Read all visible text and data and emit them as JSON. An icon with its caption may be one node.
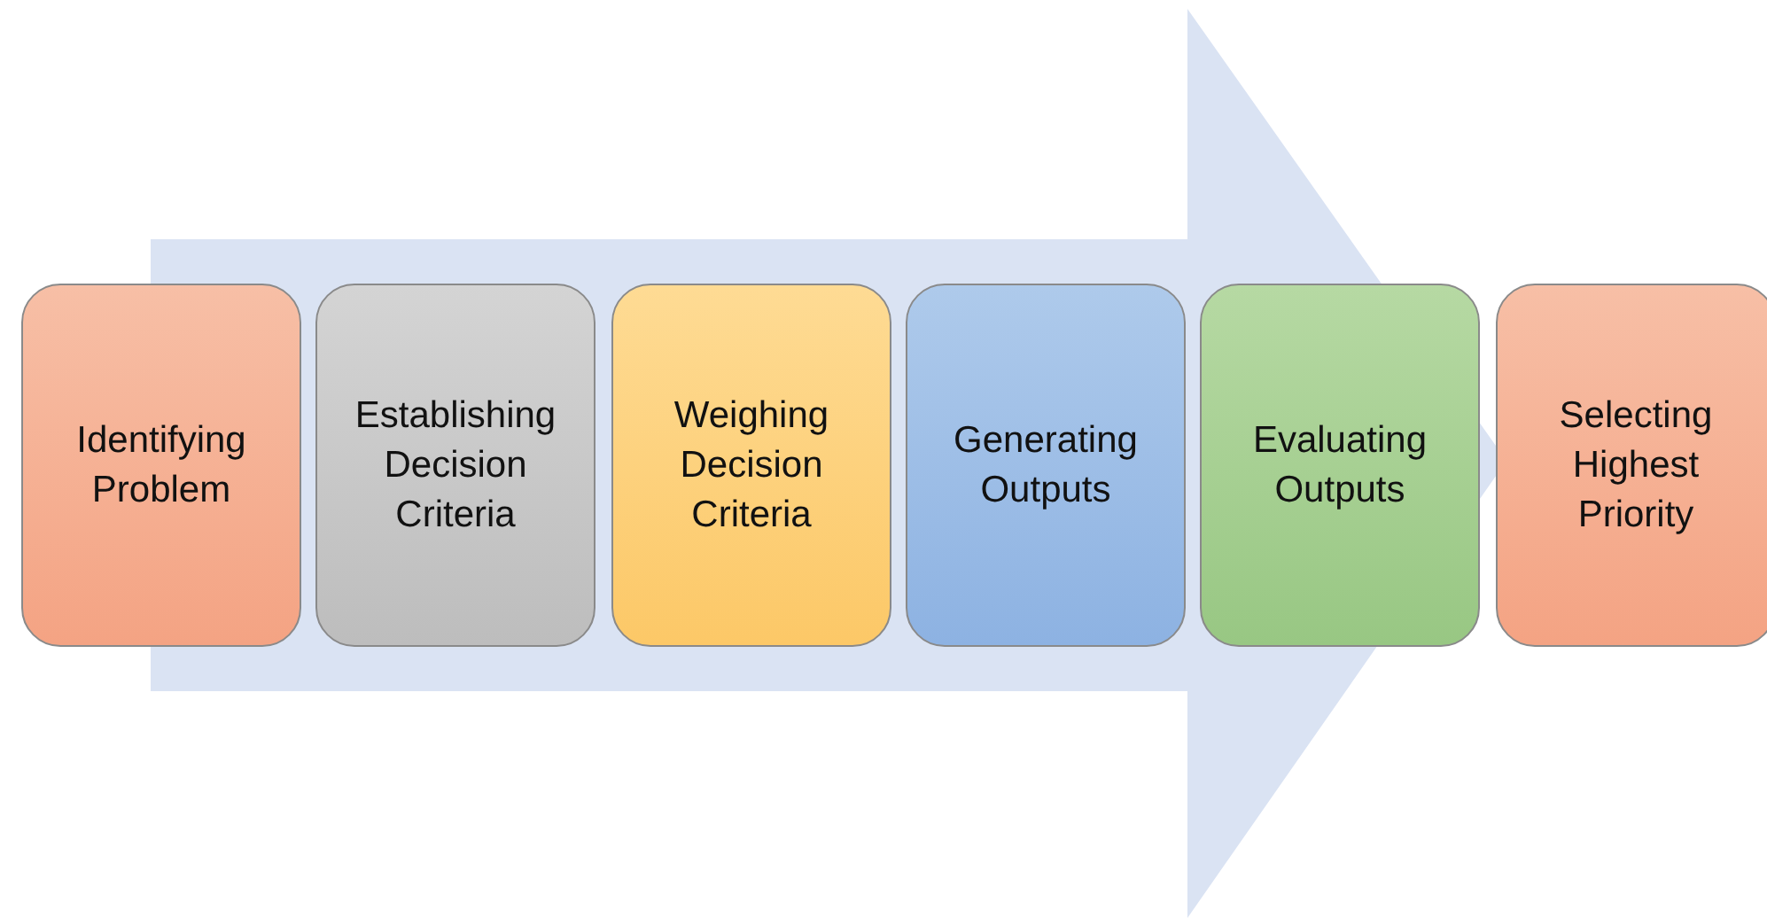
{
  "diagram": {
    "nodes": [
      {
        "text": [
          "Identifying Problem"
        ]
      },
      {
        "text": [
          "Establishing Decision Criteria"
        ]
      },
      {
        "text": [
          "Weighing Decision Criteria"
        ]
      },
      {
        "text": [
          "Generating Outputs"
        ]
      },
      {
        "text": [
          "Evaluating Outputs"
        ]
      },
      {
        "text": [
          "Selecting Highest Priority"
        ]
      }
    ],
    "edges": [
      {
        "from": 0,
        "to": 5,
        "arrow": "to"
      }
    ]
  }
}
